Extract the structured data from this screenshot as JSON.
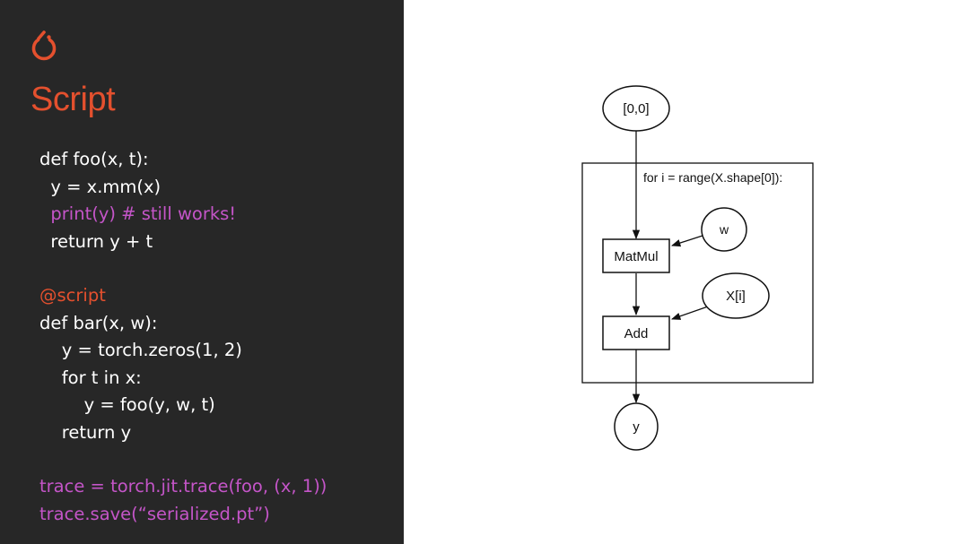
{
  "colors": {
    "left_bg": "#272727",
    "accent_orange": "#e4502e",
    "code_white": "#ffffff",
    "code_purple": "#c455c8",
    "right_bg": "#ffffff"
  },
  "logo": {
    "icon": "pytorch-flame-icon"
  },
  "title": "Script",
  "code_blocks": [
    {
      "lines": [
        {
          "text": "def foo(x, t):",
          "color": "white"
        },
        {
          "text": "  y = x.mm(x)",
          "color": "white"
        },
        {
          "text": "  print(y) # still works!",
          "color": "purple"
        },
        {
          "text": "  return y + t",
          "color": "white"
        }
      ]
    },
    {
      "lines": [
        {
          "text": "@script",
          "color": "orange"
        },
        {
          "text": "def bar(x, w):",
          "color": "white"
        },
        {
          "text": "    y = torch.zeros(1, 2)",
          "color": "white"
        },
        {
          "text": "    for t in x:",
          "color": "white"
        },
        {
          "text": "        y = foo(y, w, t)",
          "color": "white"
        },
        {
          "text": "    return y",
          "color": "white"
        }
      ]
    },
    {
      "lines": [
        {
          "text": "trace = torch.jit.trace(foo, (x, 1))",
          "color": "purple"
        },
        {
          "text": "trace.save(“serialized.pt”)",
          "color": "purple"
        }
      ]
    }
  ],
  "diagram": {
    "nodes": {
      "input": "[0,0]",
      "w": "w",
      "xi": "X[i]",
      "matmul": "MatMul",
      "add": "Add",
      "output": "y"
    },
    "loop_label": "for i = range(X.shape[0]):"
  }
}
